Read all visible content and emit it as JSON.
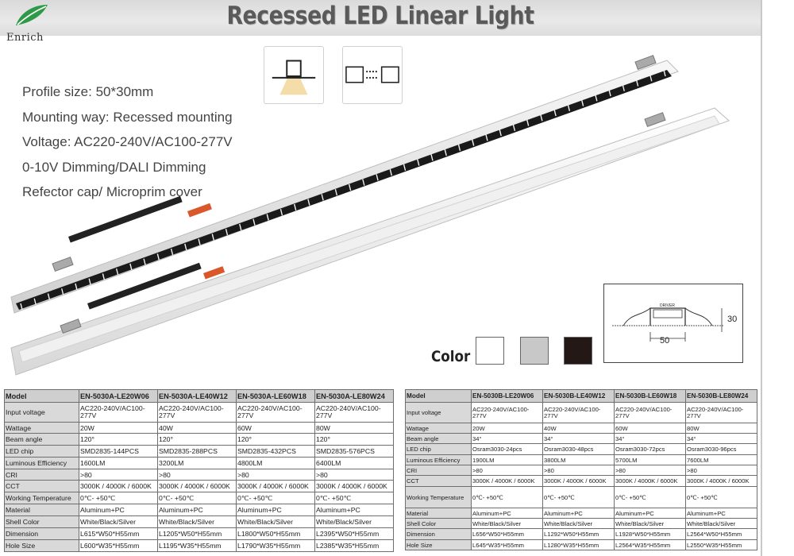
{
  "brand": {
    "name": "Enrich"
  },
  "title": "Recessed LED Linear Light",
  "specs": [
    "Profile size: 50*30mm",
    "Mounting way: Recessed mounting",
    "Voltage: AC220-240V/AC100-277V",
    "0-10V Dimming/DALI Dimming",
    "Refector cap/ Microprim cover"
  ],
  "cross_section": {
    "height_label": "30",
    "width_label": "50",
    "driver_label": "DRIVER"
  },
  "colors": {
    "label": "Color",
    "swatches": [
      "#ffffff",
      "#c8c8c8",
      "#231815"
    ]
  },
  "table_a": {
    "headers": [
      "Model",
      "EN-5030A-LE20W06",
      "EN-5030A-LE40W12",
      "EN-5030A-LE60W18",
      "EN-5030A-LE80W24"
    ],
    "rows": [
      [
        "Input voltage",
        "AC220-240V/AC100-277V",
        "AC220-240V/AC100-277V",
        "AC220-240V/AC100-277V",
        "AC220-240V/AC100-277V"
      ],
      [
        "Wattage",
        "20W",
        "40W",
        "60W",
        "80W"
      ],
      [
        "Beam angle",
        "120°",
        "120°",
        "120°",
        "120°"
      ],
      [
        "LED chip",
        "SMD2835-144PCS",
        "SMD2835-288PCS",
        "SMD2835-432PCS",
        "SMD2835-576PCS"
      ],
      [
        "Luminous Efficiency",
        "1600LM",
        "3200LM",
        "4800LM",
        "6400LM"
      ],
      [
        "CRI",
        ">80",
        ">80",
        ">80",
        ">80"
      ],
      [
        "CCT",
        "3000K / 4000K / 6000K",
        "3000K / 4000K / 6000K",
        "3000K / 4000K / 6000K",
        "3000K / 4000K / 6000K"
      ],
      [
        "Working Temperature",
        "0℃- +50℃",
        "0℃- +50℃",
        "0℃- +50℃",
        "0℃- +50℃"
      ],
      [
        "Material",
        "Aluminum+PC",
        "Aluminum+PC",
        "Aluminum+PC",
        "Aluminum+PC"
      ],
      [
        "Shell Color",
        "White/Black/Silver",
        "White/Black/Silver",
        "White/Black/Silver",
        "White/Black/Silver"
      ],
      [
        "Dimension",
        "L615*W50*H55mm",
        "L1205*W50*H55mm",
        "L1800*W50*H55mm",
        "L2395*W50*H55mm"
      ],
      [
        "Hole Size",
        "L600*W35*H55mm",
        "L1195*W35*H55mm",
        "L1790*W35*H55mm",
        "L2385*W35*H55mm"
      ]
    ]
  },
  "table_b": {
    "headers": [
      "Model",
      "EN-5030B-LE20W06",
      "EN-5030B-LE40W12",
      "EN-5030B-LE60W18",
      "EN-5030B-LE80W24"
    ],
    "rows": [
      [
        "Input voltage",
        "AC220-240V/AC100-277V",
        "AC220-240V/AC100-277V",
        "AC220-240V/AC100-277V",
        "AC220-240V/AC100-277V"
      ],
      [
        "Wattage",
        "20W",
        "40W",
        "60W",
        "80W"
      ],
      [
        "Beam angle",
        "34°",
        "34°",
        "34°",
        "34°"
      ],
      [
        "LED chip",
        "Osram3030-24pcs",
        "Osram3030-48pcs",
        "Osram3030-72pcs",
        "Osram3030-96pcs"
      ],
      [
        "Luminous Efficiency",
        "1900LM",
        "3800LM",
        "5700LM",
        "7600LM"
      ],
      [
        "CRI",
        ">80",
        ">80",
        ">80",
        ">80"
      ],
      [
        "CCT",
        "3000K / 4000K / 6000K",
        "3000K / 4000K / 6000K",
        "3000K / 4000K / 6000K",
        "3000K / 4000K / 6000K"
      ],
      [
        "Working Temperature",
        "0℃- +50℃",
        "0℃- +50℃",
        "0℃- +50℃",
        "0℃- +50℃"
      ],
      [
        "Material",
        "Aluminum+PC",
        "Aluminum+PC",
        "Aluminum+PC",
        "Aluminum+PC"
      ],
      [
        "Shell Color",
        "White/Black/Silver",
        "White/Black/Silver",
        "White/Black/Silver",
        "White/Black/Silver"
      ],
      [
        "Dimension",
        "L656*W50*H55mm",
        "L1292*W50*H55mm",
        "L1928*W50*H55mm",
        "L2564*W50*H55mm"
      ],
      [
        "Hole Size",
        "L645*W35*H55mm",
        "L1280*W35*H55mm",
        "L2564*W35*H55mm",
        "L2550*W35*H55mm"
      ]
    ]
  }
}
